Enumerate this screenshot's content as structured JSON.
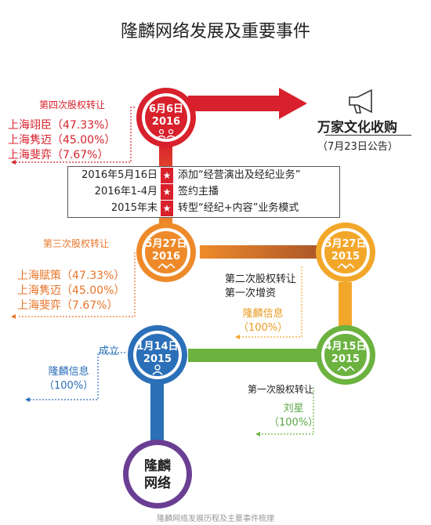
{
  "title": "隆麟网络发展及重要事件",
  "caption": "隆麟网络发展历程及主要事件梳理",
  "colors": {
    "red": "#d8212c",
    "orange": "#ee8a2a",
    "yellow": "#f3a72a",
    "green": "#6bb23f",
    "blue": "#2a6fb8",
    "purple": "#6a3e92",
    "brown": "#a4522a"
  },
  "nodes": {
    "n1": {
      "date": "6月6日",
      "year": "2016",
      "icon": "people-icon"
    },
    "n2": {
      "date": "5月27日",
      "year": "2016",
      "icon": "handshake-icon"
    },
    "n3": {
      "date": "5月27日",
      "year": "2015",
      "icon": "handshake-icon"
    },
    "n4": {
      "date": "4月15日",
      "year": "2015",
      "icon": "handshake-icon"
    },
    "n5": {
      "date": "1月14日",
      "year": "2015",
      "icon": "person-icon"
    },
    "start": {
      "line1": "隆麟",
      "line2": "网络"
    }
  },
  "acquisition": {
    "title": "万家文化收购",
    "note": "（7月23日公告）",
    "icon": "megaphone-icon"
  },
  "events": {
    "fourth": {
      "label": "第四次股权转让",
      "holders": [
        {
          "name": "上海翊臣",
          "pct": "（47.33%）"
        },
        {
          "name": "上海隽迈",
          "pct": "（45.00%）"
        },
        {
          "name": "上海斐弈",
          "pct": "（7.67%）"
        }
      ]
    },
    "third": {
      "label": "第三次股权转让",
      "holders": [
        {
          "name": "上海赋策",
          "pct": "（47.33%）"
        },
        {
          "name": "上海隽迈",
          "pct": "（45.00%）"
        },
        {
          "name": "上海斐弈",
          "pct": "（7.67%）"
        }
      ]
    },
    "second": {
      "label1": "第二次股权转让",
      "label2": "第一次增资",
      "holder": "隆麟信息",
      "pct": "（100%）"
    },
    "first": {
      "label": "第一次股权转让",
      "holder": "刘星",
      "pct": "（100%）"
    },
    "founding": {
      "label": "成立",
      "holder": "隆麟信息",
      "pct": "（100%）"
    }
  },
  "notes": [
    {
      "date": "2016年5月16日",
      "text": "添加“经营演出及经纪业务”"
    },
    {
      "date": "2016年1-4月",
      "text": "签约主播"
    },
    {
      "date": "2015年末",
      "text": "转型“经纪+内容”业务模式"
    }
  ]
}
